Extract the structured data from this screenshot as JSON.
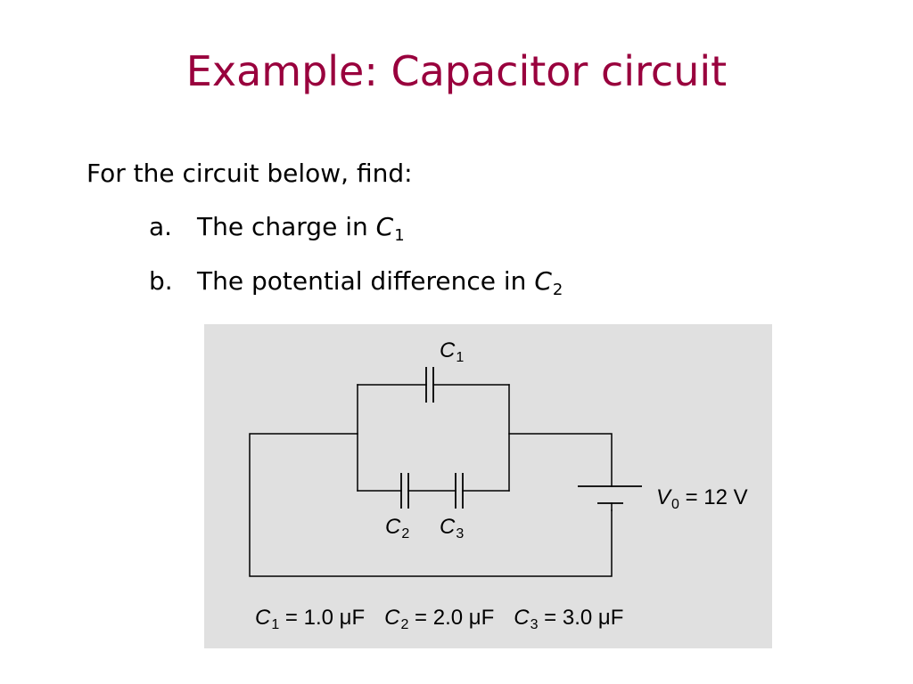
{
  "slide": {
    "title": "Example: Capacitor circuit",
    "intro": "For the circuit below, find:",
    "questions": [
      {
        "marker": "a.",
        "text": "The charge in ",
        "symbol": "C",
        "subscript": "1"
      },
      {
        "marker": "b.",
        "text": "The potential difference in ",
        "symbol": "C",
        "subscript": "2"
      }
    ]
  },
  "diagram": {
    "labels": {
      "c1": {
        "symbol": "C",
        "subscript": "1"
      },
      "c2": {
        "symbol": "C",
        "subscript": "2"
      },
      "c3": {
        "symbol": "C",
        "subscript": "3"
      },
      "source": {
        "symbol": "V",
        "subscript": "0",
        "value": " = 12 V"
      }
    },
    "values": [
      {
        "symbol": "C",
        "subscript": "1",
        "value": " = 1.0 μF"
      },
      {
        "symbol": "C",
        "subscript": "2",
        "value": " = 2.0 μF"
      },
      {
        "symbol": "C",
        "subscript": "3",
        "value": " = 3.0 μF"
      }
    ]
  },
  "colors": {
    "title": "#99003d",
    "panel": "#e0e0e0",
    "ink": "#000000"
  }
}
